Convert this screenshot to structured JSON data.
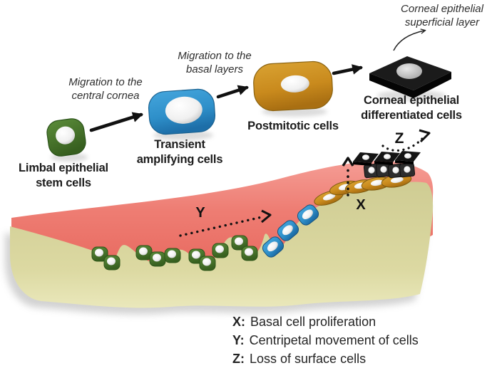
{
  "figure": {
    "stages": [
      {
        "label_line1": "Limbal epithelial",
        "label_line2": "stem cells",
        "color": "#46752c"
      },
      {
        "label_line1": "Transient",
        "label_line2": "amplifying cells",
        "color": "#2e8fc9"
      },
      {
        "label_line1": "Postmitotic cells",
        "color": "#cd8d1e"
      },
      {
        "label_line1": "Corneal epithelial",
        "label_line2": "differentiated cells",
        "color": "#1b1b1b"
      }
    ],
    "annotations": {
      "migration_central": {
        "line1": "Migration to the",
        "line2": "central cornea"
      },
      "migration_basal": {
        "line1": "Migration to the",
        "line2": "basal layers"
      },
      "superficial_callout": {
        "line1": "Corneal epithelial",
        "line2": "superficial layer"
      }
    },
    "markers": {
      "x": "X",
      "y": "Y",
      "z": "Z"
    },
    "legend": [
      {
        "key": "X:",
        "text": "Basal cell proliferation"
      },
      {
        "key": "Y:",
        "text": "Centripetal movement of cells"
      },
      {
        "key": "Z:",
        "text": "Loss of surface cells"
      }
    ],
    "colors": {
      "epithelium_pink": "#ee7d73",
      "stroma_cream": "#d9d69d",
      "stem_cell_green": "#46752c",
      "amplifying_blue": "#2e8fc9",
      "postmitotic_orange": "#cd8d1e",
      "differentiated_black": "#1b1b1b"
    }
  }
}
